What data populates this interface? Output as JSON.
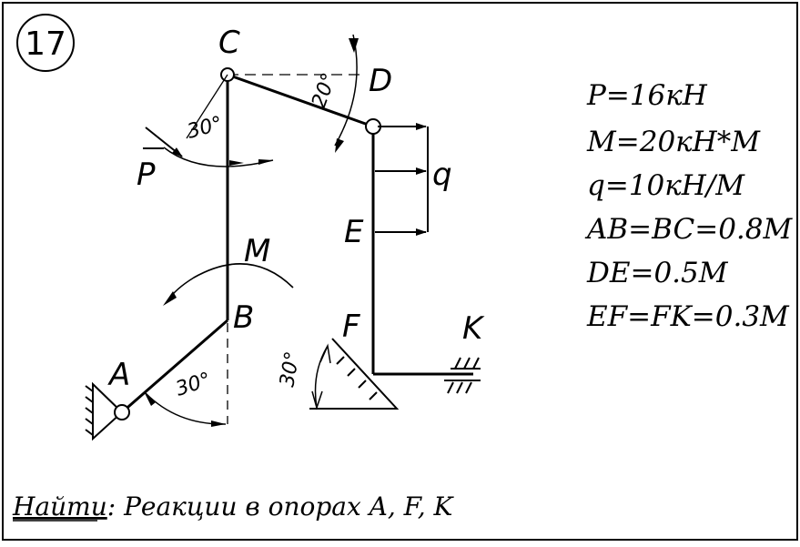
{
  "problem_number": "17",
  "points": {
    "A": "A",
    "B": "B",
    "C": "C",
    "D": "D",
    "E": "E",
    "F": "F",
    "K": "K"
  },
  "loads": {
    "P": "P",
    "M": "M",
    "q": "q"
  },
  "angles": {
    "at_c": "30°",
    "at_d": "20°",
    "at_a": "30°",
    "at_f": "30°"
  },
  "given": [
    "P=16кН",
    "M=20кН*М",
    "q=10кН/М",
    "AB=BC=0.8М",
    "DE=0.5М",
    "EF=FK=0.3М"
  ],
  "task": {
    "prefix": "Найти",
    "text": ": Реакции в опорах A, F, K"
  }
}
